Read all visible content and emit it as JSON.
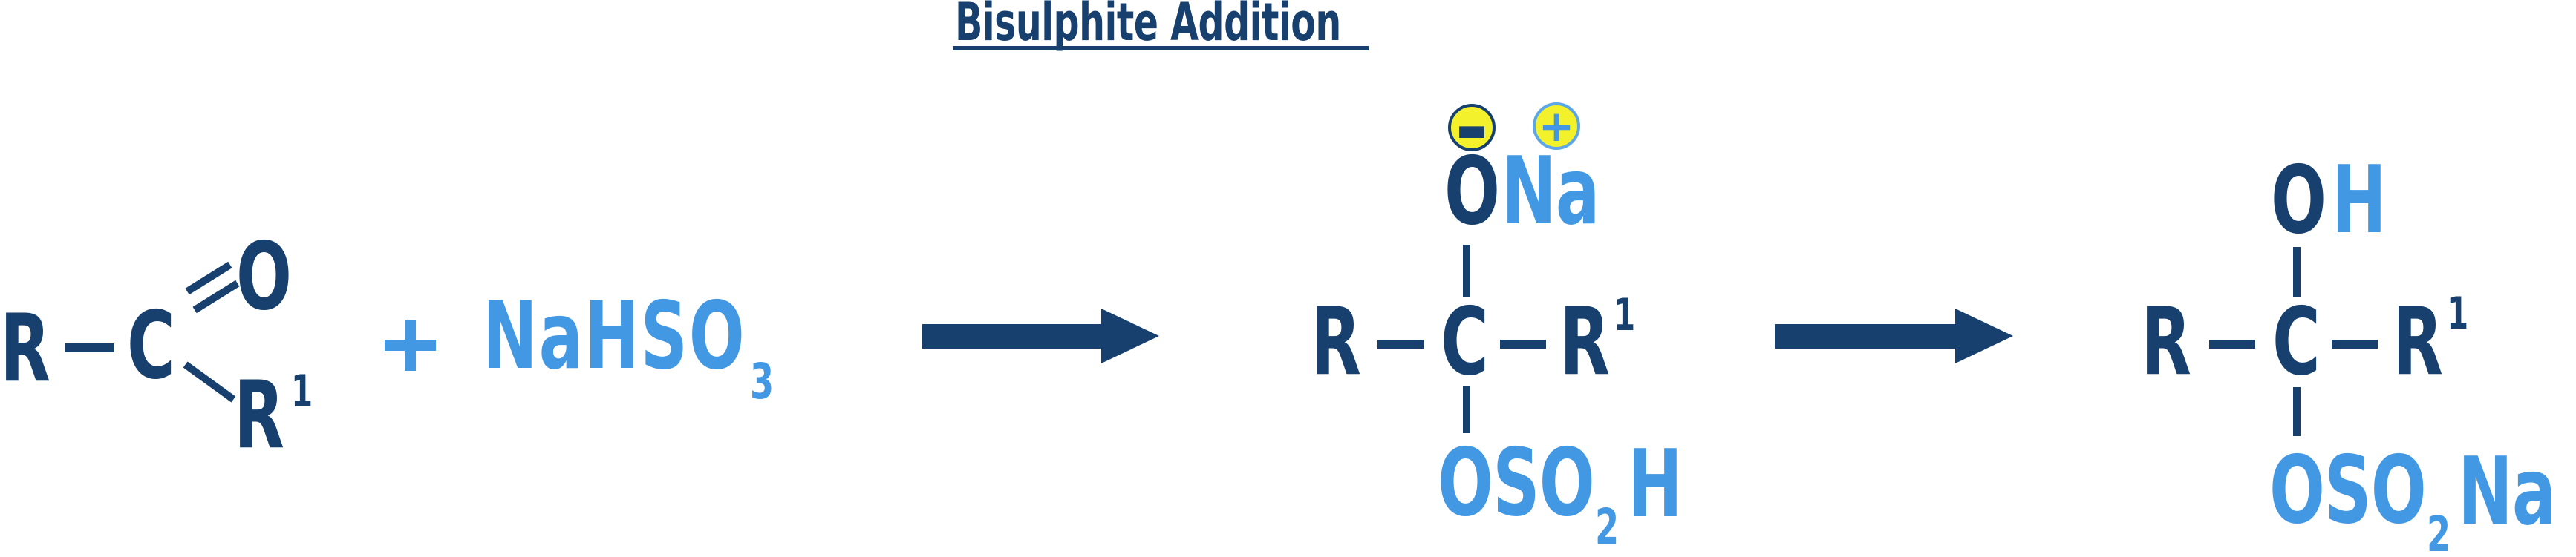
{
  "title": "Bisulphite Addition",
  "colors": {
    "dark_navy": "#17406E",
    "light_blue": "#4398E4",
    "charge_yellow": "#F3F02C",
    "background": "#FFFFFF"
  },
  "scheme": {
    "reactant": {
      "r": "R",
      "c": "C",
      "o": "O",
      "r1": "R",
      "r1_sup": "1"
    },
    "operator_plus": "+",
    "reagent": {
      "formula": "NaHSO",
      "sub": "3"
    },
    "intermediate": {
      "negative_charge": "-",
      "positive_charge": "+",
      "top_o": "O",
      "top_na": "Na",
      "r": "R",
      "c": "C",
      "r1": "R",
      "r1_sup": "1",
      "bottom_main": "OSO",
      "bottom_sub": "2",
      "bottom_tail": "H"
    },
    "product": {
      "top_o": "O",
      "top_h": "H",
      "r": "R",
      "c": "C",
      "r1": "R",
      "r1_sup": "1",
      "bottom_main": "OSO",
      "bottom_sub": "2",
      "bottom_tail": "Na"
    }
  }
}
